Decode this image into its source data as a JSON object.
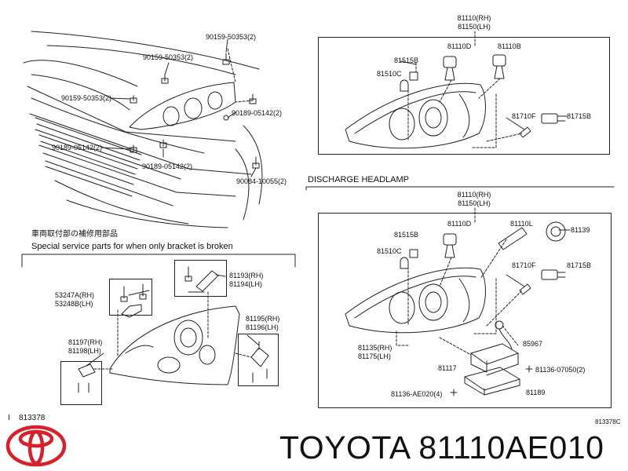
{
  "headers": {
    "discharge_headlamp": "DISCHARGE HEADLAMP",
    "jp_note": "車両取付部の補修用部品",
    "special_service": "Special service parts for when only bracket is broken"
  },
  "footer": {
    "left_code_mark": "I",
    "left_code": "813378",
    "right_code": "813378C",
    "brand_text": "TOYOTA 81110AE010"
  },
  "car_callouts": {
    "c1": "90159-50353(2)",
    "c2": "90159-50353(2)",
    "c3": "90159-50353(2)",
    "c4": "90189-05142(2)",
    "c5": "90189-05142(2)",
    "c6": "90189-05142(2)",
    "c7": "90084-10055(2)"
  },
  "top_box": {
    "assy_rh": "81110(RH)",
    "assy_lh": "81150(LH)",
    "p1": "81515B",
    "p2": "81110D",
    "p3": "81110B",
    "p4": "81510C",
    "p5": "81710F",
    "p6": "81715B"
  },
  "discharge_box": {
    "assy_rh": "81110(RH)",
    "assy_lh": "81150(LH)",
    "p1": "81515B",
    "p2": "81110D",
    "p3": "81110L",
    "p4": "81139",
    "p5": "81510C",
    "p6": "81710F",
    "p7": "81715B",
    "p8": "85967",
    "p9_rh": "81135(RH)",
    "p9_lh": "81175(LH)",
    "p10": "81117",
    "p11": "81136-07050(2)",
    "p12": "81136-AE020(4)",
    "p13": "81189"
  },
  "bracket_box": {
    "a_rh": "53247A(RH)",
    "a_lh": "53248B(LH)",
    "b_rh": "81193(RH)",
    "b_lh": "81194(LH)",
    "c_rh": "81195(RH)",
    "c_lh": "81196(LH)",
    "d_rh": "81197(RH)",
    "d_lh": "81198(LH)"
  },
  "colors": {
    "logo_red": "#d7202a",
    "line": "#222222"
  }
}
